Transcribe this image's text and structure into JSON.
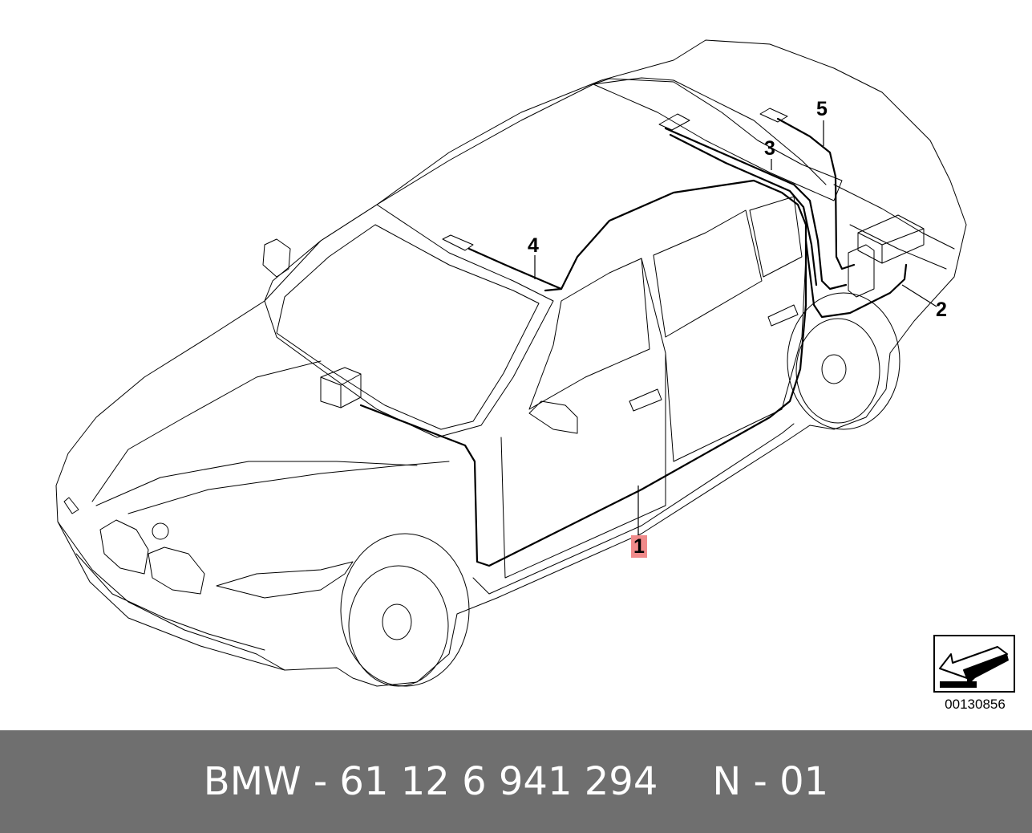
{
  "diagram": {
    "callouts": [
      {
        "id": "1",
        "label": "1",
        "highlighted": true
      },
      {
        "id": "2",
        "label": "2",
        "highlighted": false
      },
      {
        "id": "3",
        "label": "3",
        "highlighted": false
      },
      {
        "id": "4",
        "label": "4",
        "highlighted": false
      },
      {
        "id": "5",
        "label": "5",
        "highlighted": false
      }
    ],
    "reference_number": "00130856",
    "highlight_color": "#f08a8a",
    "line_color": "#000000"
  },
  "footer": {
    "part_label": "BMW - 61 12 6 941 294",
    "position_label": "N - 01",
    "background_color": "#6f6f6f",
    "text_color": "#ffffff"
  }
}
